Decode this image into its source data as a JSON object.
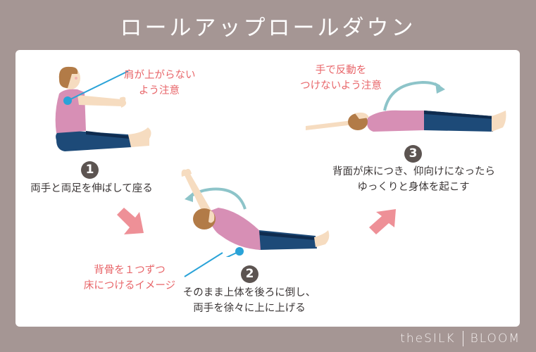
{
  "header": {
    "title": "ロールアップロールダウン"
  },
  "steps": [
    {
      "number": "1",
      "caption": [
        "両手と両足を伸ばして座る"
      ],
      "note": [
        "肩が上がらない",
        "よう注意"
      ]
    },
    {
      "number": "2",
      "caption": [
        "そのまま上体を後ろに倒し、",
        "両手を徐々に上に上げる"
      ],
      "note": [
        "背骨を１つずつ",
        "床につけるイメージ"
      ]
    },
    {
      "number": "3",
      "caption": [
        "背面が床につき、仰向けになったら",
        "ゆっくりと身体を起こす"
      ],
      "note": [
        "手で反動を",
        "つけないよう注意"
      ]
    }
  ],
  "icons": {
    "arrow_1_to_2": "pink-arrow-down-right",
    "arrow_2_to_3": "pink-arrow-up-right",
    "motion_arrow_step2": "teal-curved-arrow-left",
    "motion_arrow_step3": "teal-curved-arrow-right",
    "pointer_dot": "blue-dot-callout"
  },
  "colors": {
    "background": "#a59694",
    "card": "#ffffff",
    "note_text": "#e8666a",
    "caption_text": "#3a3535",
    "badge": "#5c5451",
    "pink_arrow": "#ee9097",
    "teal_arrow": "#8dc4c9",
    "callout_blue": "#2aa3d8",
    "shirt": "#d78fb5",
    "pants": "#1d4a78",
    "skin": "#f6dcc0",
    "hair": "#b27b47"
  },
  "footer": {
    "brand_left": "theSILK",
    "brand_right": "BLOOM"
  }
}
